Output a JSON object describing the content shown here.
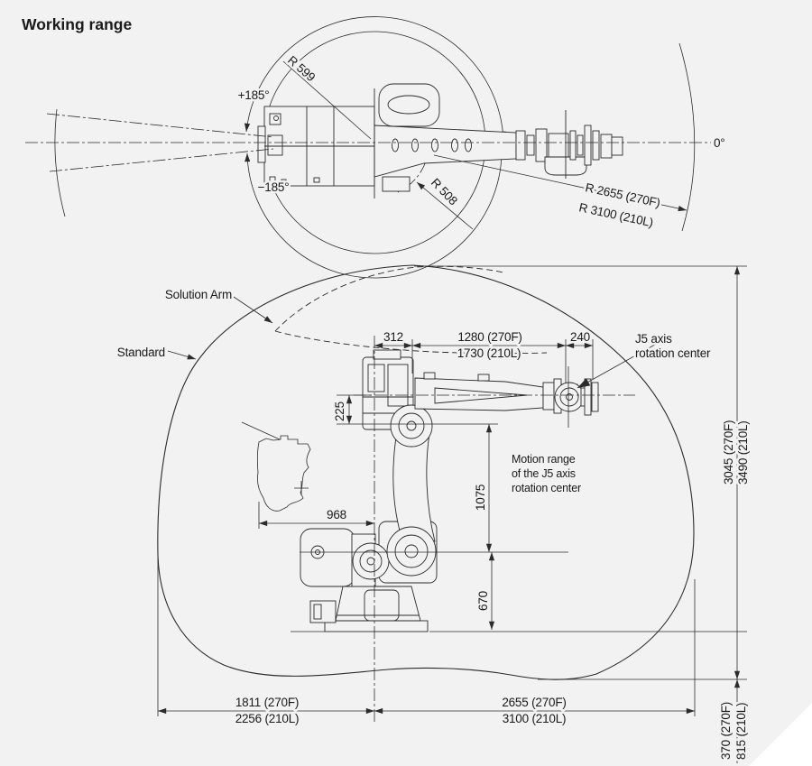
{
  "title": "Working range",
  "colors": {
    "background": "#f2f2f2",
    "line": "#2b2b2b",
    "text": "#1a1a1a"
  },
  "top_view": {
    "angle_labels": {
      "plus": "+185°",
      "minus": "−185°",
      "zero": "0°"
    },
    "radius_labels": {
      "rear_swing": "R 599",
      "wrist_swing": "R 508",
      "reach_270f": "R 2655 (270F)",
      "reach_210l": "R 3100 (210L)"
    }
  },
  "side_view": {
    "config_labels": {
      "solution_arm": "Solution Arm",
      "standard": "Standard"
    },
    "j5_label": {
      "line1": "J5 axis",
      "line2": "rotation center"
    },
    "motion_label": {
      "line1": "Motion range",
      "line2": "of the J5 axis",
      "line3": "rotation center"
    },
    "dims": {
      "d312": "312",
      "d1280": "1280 (270F)",
      "d1730": "1730 (210L)",
      "d240": "240",
      "d225": "225",
      "d1075": "1075",
      "d968": "968",
      "d670": "670",
      "height_270f": "3045 (270F)",
      "height_210l": "3490 (210L)",
      "rear_270f": "1811 (270F)",
      "rear_210l": "2256 (210L)",
      "front_270f": "2655 (270F)",
      "front_210l": "3100 (210L)",
      "below_270f": "370 (270F)",
      "below_210l": "815 (210L)"
    }
  }
}
